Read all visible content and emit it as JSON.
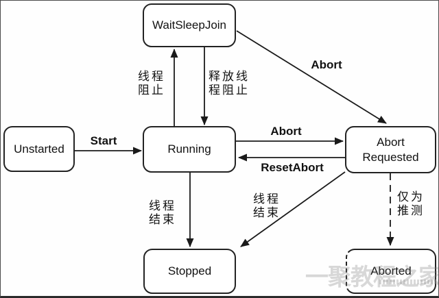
{
  "states": {
    "waitsleepjoin": {
      "label": "WaitSleepJoin"
    },
    "unstarted": {
      "label": "Unstarted"
    },
    "running": {
      "label": "Running"
    },
    "abort_requested": {
      "label": "Abort\nRequested"
    },
    "stopped": {
      "label": "Stopped"
    },
    "aborted": {
      "label": "Aborted"
    }
  },
  "transitions": {
    "start": {
      "label": "Start",
      "from": "Unstarted",
      "to": "Running"
    },
    "thread_block": {
      "label": "线程\n阻止",
      "from": "Running",
      "to": "WaitSleepJoin"
    },
    "release_thread_block": {
      "label": "释放线\n程阻止",
      "from": "WaitSleepJoin",
      "to": "Running"
    },
    "abort_from_waitsleepjoin": {
      "label": "Abort",
      "from": "WaitSleepJoin",
      "to": "Abort Requested"
    },
    "abort": {
      "label": "Abort",
      "from": "Running",
      "to": "Abort Requested"
    },
    "reset_abort": {
      "label": "ResetAbort",
      "from": "Abort Requested",
      "to": "Running"
    },
    "thread_end": {
      "label": "线程\n结束",
      "from": "Running",
      "to": "Stopped"
    },
    "thread_end_after_abort": {
      "label": "线程\n结束",
      "from": "Abort Requested",
      "to": "Stopped"
    },
    "speculation_only": {
      "label": "仅为\n推测",
      "from": "Abort Requested",
      "to": "Aborted",
      "style": "dashed"
    }
  },
  "watermark": {
    "text": "一聚教程之家"
  },
  "colors": {
    "line": "#1a1a1a",
    "box_border": "#222222",
    "box_fill": "#ffffff",
    "background": "#fefefe",
    "watermark": "#c9c9c9"
  }
}
